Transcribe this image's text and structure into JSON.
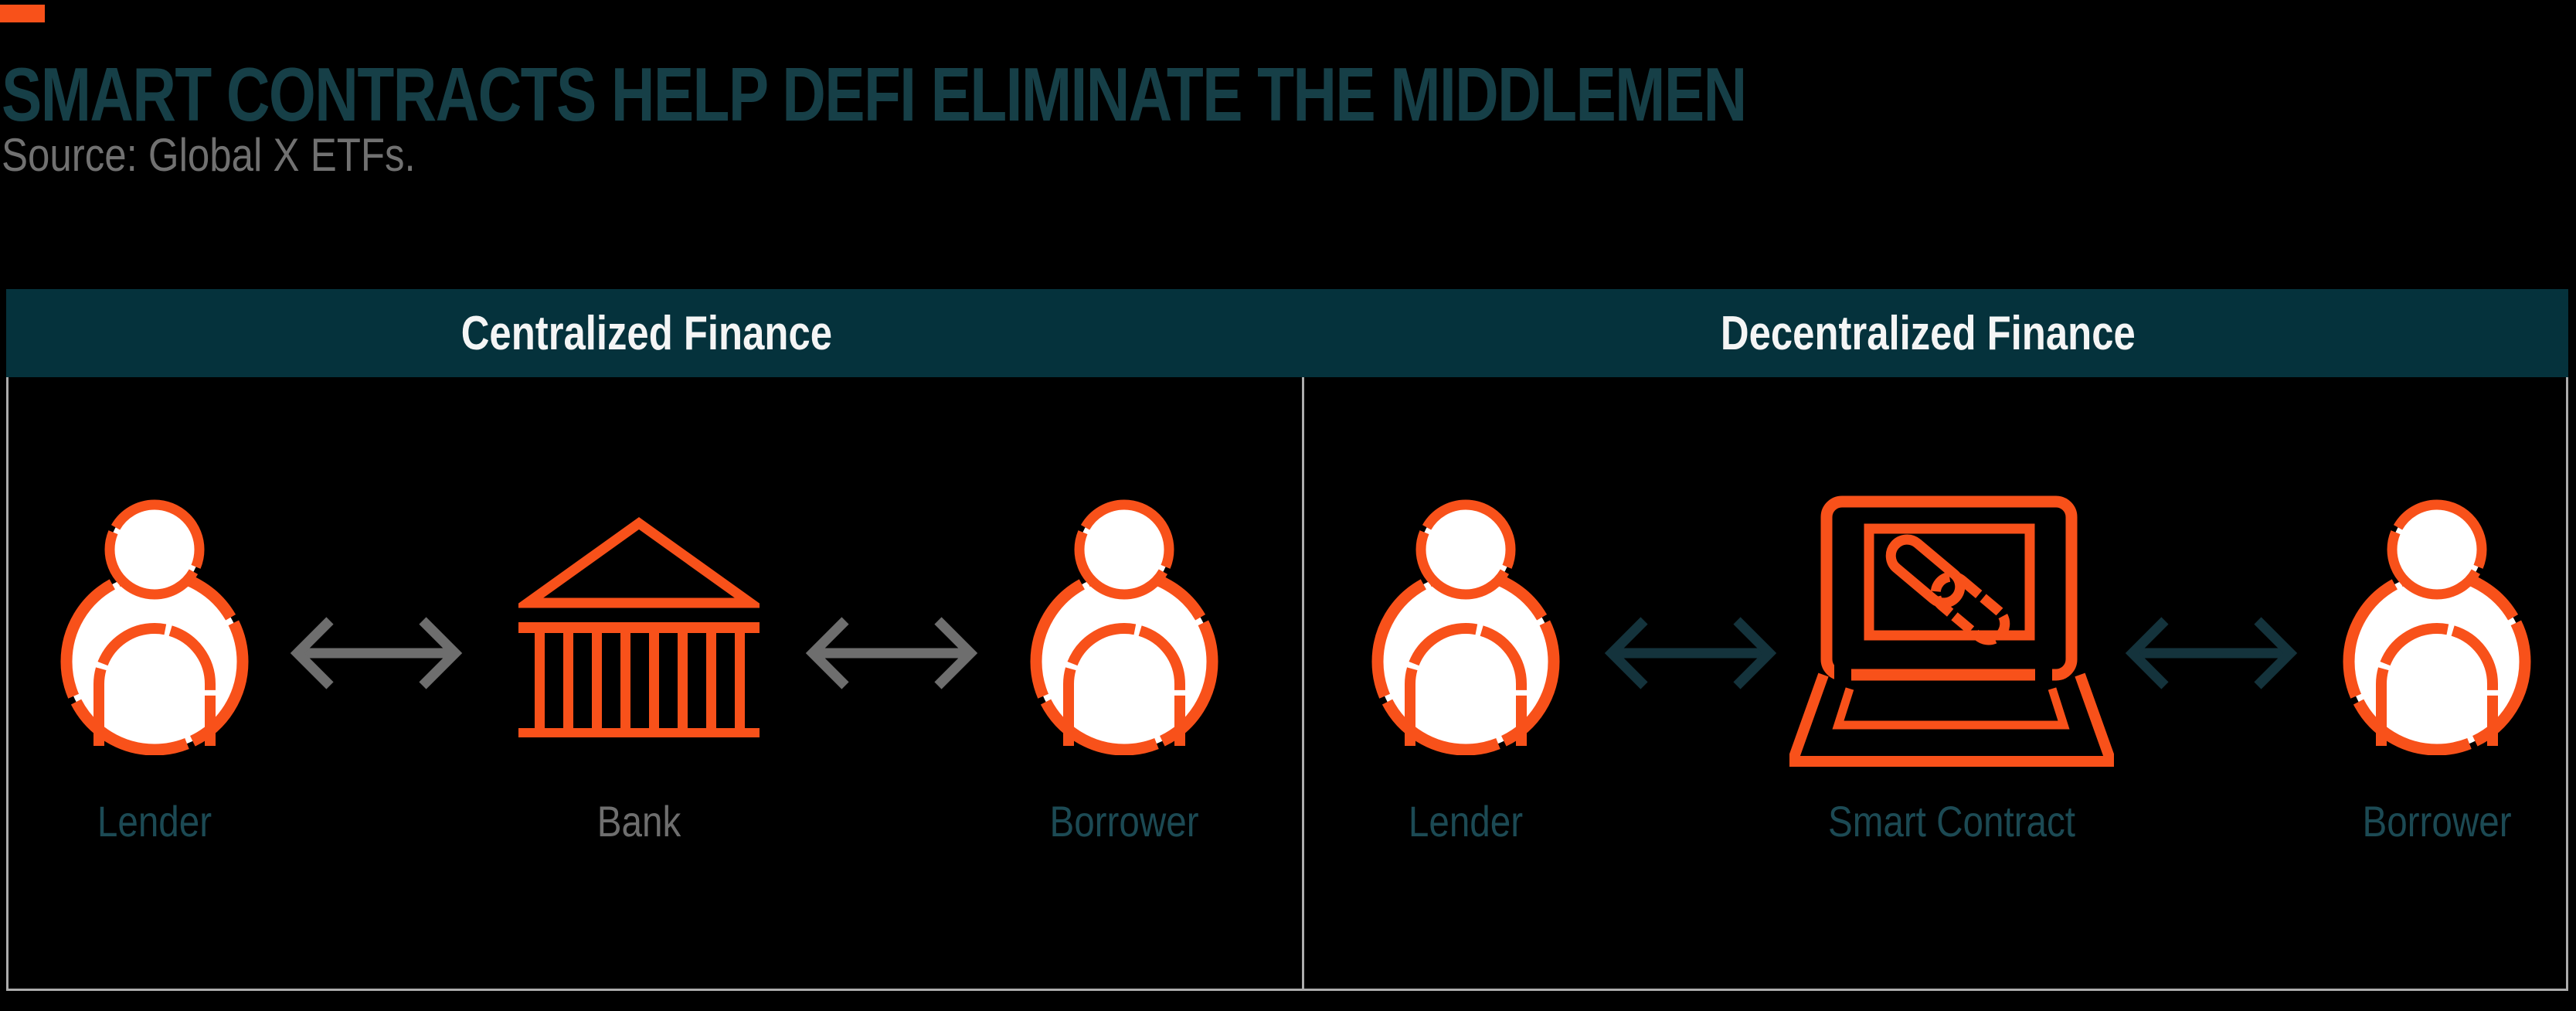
{
  "header": {
    "title": "SMART CONTRACTS HELP DEFI ELIMINATE THE MIDDLEMEN",
    "source": "Source: Global X ETFs.",
    "accent_color": "#F8511A",
    "title_color": "#163F47",
    "source_color": "#717171"
  },
  "diagram": {
    "background_color": "#000000",
    "header_bar_color": "#05323C",
    "header_text_color": "#F4F5F5",
    "border_color": "#ACACAC",
    "icon_color": "#F8511A",
    "panels": [
      {
        "title": "Centralized Finance",
        "arrow_color": "#6E6E6E",
        "arrow_icon": "double-headed-arrow-icon",
        "nodes": [
          {
            "icon": "person-icon",
            "label": "Lender",
            "label_color": "#1C4A54"
          },
          {
            "icon": "bank-icon",
            "label": "Bank",
            "label_color": "#6E6E6E"
          },
          {
            "icon": "person-icon",
            "label": "Borrower",
            "label_color": "#1C4A54"
          }
        ]
      },
      {
        "title": "Decentralized Finance",
        "arrow_color": "#14333C",
        "arrow_icon": "double-headed-arrow-icon",
        "nodes": [
          {
            "icon": "person-icon",
            "label": "Lender",
            "label_color": "#1C4A54"
          },
          {
            "icon": "laptop-chain-icon",
            "label": "Smart Contract",
            "label_color": "#1C4A54"
          },
          {
            "icon": "person-icon",
            "label": "Borrower",
            "label_color": "#1C4A54"
          }
        ]
      }
    ]
  }
}
